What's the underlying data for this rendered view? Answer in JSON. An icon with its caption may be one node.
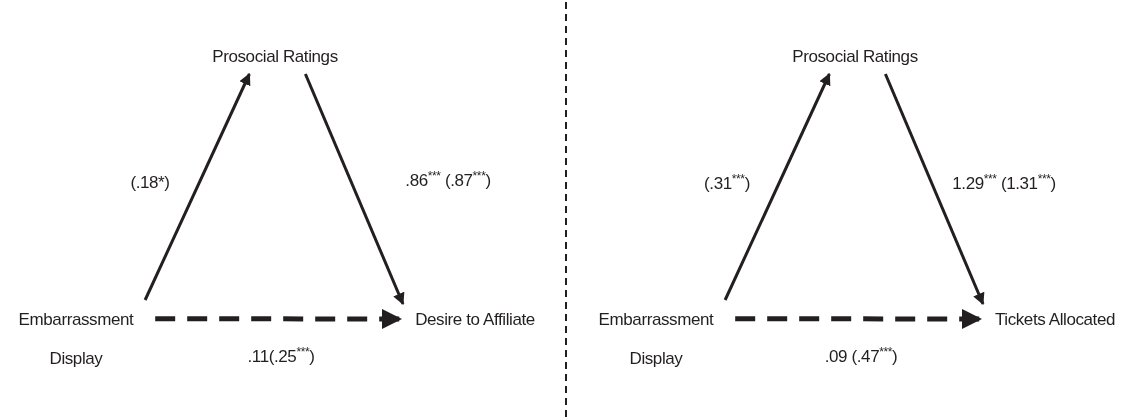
{
  "diagram": {
    "nodes": [
      {
        "text": [
          "Prosocial Ratings"
        ]
      },
      {
        "text": [
          "Embarrassment Display"
        ]
      },
      {
        "text": [
          "Desire to Affiliate"
        ]
      },
      {
        "text": [
          "Prosocial Ratings"
        ]
      },
      {
        "text": [
          "Embarrassment Display"
        ]
      },
      {
        "text": [
          "Tickets Allocated"
        ]
      }
    ],
    "edges": [
      {
        "from": 1,
        "to": 0,
        "arrow": "to",
        "label": "(.18*)"
      },
      {
        "from": 0,
        "to": 2,
        "arrow": "to",
        "label": ".86$^{***}$ (.87$^{***}$)"
      },
      {
        "from": 1,
        "to": 2,
        "arrow": "to",
        "style": "dashed",
        "label": ".11(.25$^{***}$)"
      },
      {
        "from": 4,
        "to": 3,
        "arrow": "to",
        "label": "(.31$^{***}$)"
      },
      {
        "from": 3,
        "to": 5,
        "arrow": "to",
        "label": "1.29$^{***}$ (1.31$^{***}$)"
      },
      {
        "from": 4,
        "to": 5,
        "arrow": "to",
        "style": "dashed",
        "label": ".09 (.47$^{***}$)"
      }
    ]
  }
}
